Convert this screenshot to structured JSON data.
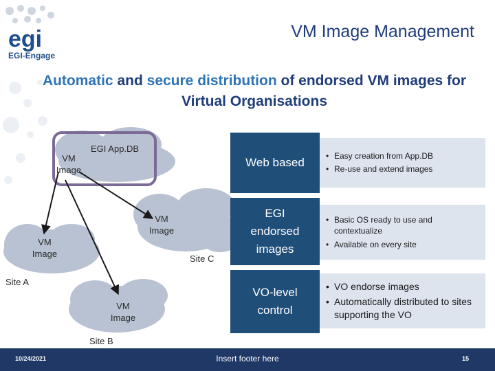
{
  "logo": {
    "wordmark": "egi",
    "tagline": "EGI-Engage"
  },
  "slide": {
    "title": "VM Image Management",
    "subtitle_parts": {
      "p1": "Automatic",
      "p2": " and ",
      "p3": "secure distribution",
      "p4": " of endorsed VM images for Virtual Organisations"
    }
  },
  "diagram": {
    "appdb_label": "EGI App.DB",
    "vm_image_top_1": "VM",
    "vm_image_top_2": "Image",
    "vm_image_c_1": "VM",
    "vm_image_c_2": "Image",
    "vm_image_a_1": "VM",
    "vm_image_a_2": "Image",
    "vm_image_b_1": "VM",
    "vm_image_b_2": "Image",
    "site_a": "Site A",
    "site_b": "Site B",
    "site_c": "Site C"
  },
  "rows": [
    {
      "box_lines": [
        "Web based"
      ],
      "bullets": [
        "Easy creation from App.DB",
        "Re-use and extend images"
      ]
    },
    {
      "box_lines": [
        "EGI",
        "endorsed",
        "images"
      ],
      "bullets": [
        "Basic OS ready to use and contextualize",
        "Available on every site"
      ]
    },
    {
      "box_lines": [
        "VO-level",
        "control"
      ],
      "bullets": [
        "VO endorse images",
        "Automatically distributed to sites supporting the VO"
      ]
    }
  ],
  "footer": {
    "date": "10/24/2021",
    "text": "Insert footer here",
    "page": "15"
  },
  "colors": {
    "title": "#1f3d7a",
    "accent": "#2e74b5",
    "box_dark": "#1f4e79",
    "box_light": "#dde4ee",
    "cloud": "#b8c2d2",
    "appdb_border": "#7b6a96",
    "footer_bar": "#1f3865"
  }
}
